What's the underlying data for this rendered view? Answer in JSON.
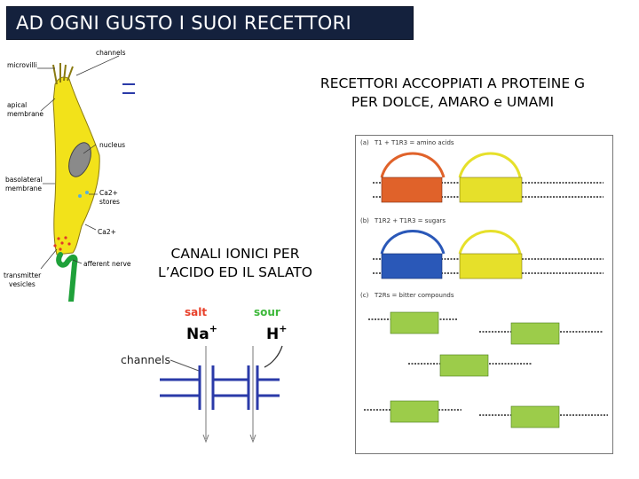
{
  "title": "AD OGNI GUSTO I SUOI RECETTORI",
  "captions": {
    "gpcr_line1": "RECETTORI ACCOPPIATI A PROTEINE G",
    "gpcr_line2": "PER DOLCE, AMARO e UMAMI",
    "ion_line1": "CANALI IONICI PER",
    "ion_line2": "L’ACIDO ED IL SALATO"
  },
  "cell_diagram": {
    "labels": {
      "microvilli": "microvilli",
      "channels": "channels",
      "apical_membrane_1": "apical",
      "apical_membrane_2": "membrane",
      "nucleus": "nucleus",
      "basolateral_1": "basolateral",
      "basolateral_2": "membrane",
      "ca_stores": "Ca2+",
      "stores": "stores",
      "ca": "Ca2+",
      "afferent_nerve": "afferent nerve",
      "transmitter_1": "transmitter",
      "transmitter_2": "vesicles"
    },
    "colors": {
      "cell": "#f2e21a",
      "nucleus": "#8a8a8a",
      "nerve": "#1fa13a",
      "vesicle": "#e03a2a"
    }
  },
  "ion_channels": {
    "salt_label": "salt",
    "sour_label": "sour",
    "na_label": "Na",
    "na_charge": "+",
    "h_label": "H",
    "h_charge": "+",
    "channels_label": "channels",
    "colors": {
      "salt": "#e8402a",
      "sour": "#3db83a",
      "membrane": "#2a3aa8"
    }
  },
  "gpcr_panel": {
    "a_label": "(a)",
    "a_text": "T1 + T1R3 = amino acids",
    "b_label": "(b)",
    "b_text": "T1R2 + T1R3 = sugars",
    "c_label": "(c)",
    "c_text": "T2Rs = bitter compounds",
    "colors": {
      "t1r1": "#e0622a",
      "t1r2": "#2a58b8",
      "t1r3": "#e6e02a",
      "t2r": "#9ccc4a"
    }
  }
}
